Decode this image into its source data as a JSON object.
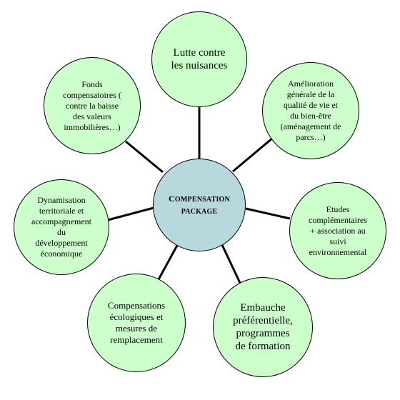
{
  "colors": {
    "node_fill": "#ccffcc",
    "center_fill": "#b7d8dd",
    "connector": "#000000"
  },
  "center": {
    "line1_cap": "C",
    "line1_rest": "OMPENSATION",
    "line2": "PACKAGE"
  },
  "nodes": [
    {
      "id": "nuisances",
      "text": "Lutte contre\nles nuisances"
    },
    {
      "id": "qualite",
      "text": "Amélioration\ngénérale de la\nqualité de vie et\ndu bien-être\n(aménagement de\nparcs…)"
    },
    {
      "id": "etudes",
      "text": "Etudes\ncomplémentaires\n+ association au\nsuivi\nenvironnemental"
    },
    {
      "id": "embauche",
      "text": "Embauche\npréférentielle,\nprogrammes\nde formation"
    },
    {
      "id": "compensations",
      "text": "Compensations\nécologiques et\nmesures de\nremplacement"
    },
    {
      "id": "dynamisation",
      "text": "Dynamisation\nterritoriale et\naccompagnement\ndu\ndéveloppement\néconomique"
    },
    {
      "id": "fonds",
      "text": "Fonds\ncompensatoires (\ncontre la baisse\ndes valeurs\nimmobilières…)"
    }
  ]
}
